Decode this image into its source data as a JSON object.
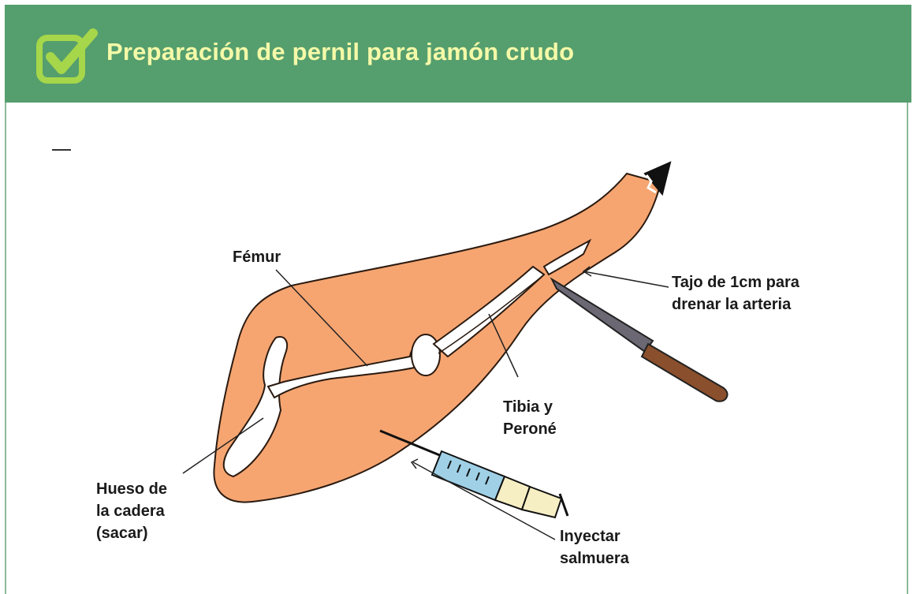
{
  "header": {
    "title": "Preparación de pernil para jamón crudo",
    "icon": "checkbox-check-icon",
    "colors": {
      "background": "#559e6e",
      "title": "#f4f9a8",
      "icon": "#a6d64a"
    }
  },
  "diagram": {
    "colors": {
      "ham": "#f6a571",
      "bone": "#ffffff",
      "outline": "#2a1a10",
      "hoof": "#111111"
    },
    "labels": {
      "femur": "Fémur",
      "cut_line1": "Tajo de 1cm para",
      "cut_line2": "drenar la arteria",
      "tibia_line1": "Tibia y",
      "tibia_line2": "Peroné",
      "hip_line1": "Hueso de",
      "hip_line2": "la cadera",
      "hip_line3": "(sacar)",
      "inject_line1": "Inyectar",
      "inject_line2": "salmuera"
    },
    "icons": [
      "knife-icon",
      "syringe-icon"
    ]
  }
}
